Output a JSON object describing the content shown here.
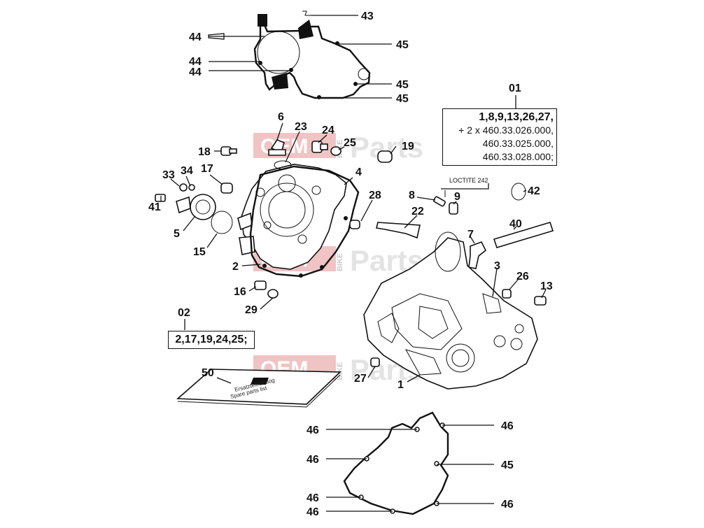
{
  "watermark": {
    "oem": "OEM",
    "bike": "BIKE",
    "parts": "Parts"
  },
  "kit_01": {
    "number": "01",
    "lines": [
      "1,8,9,13,26,27,",
      "+ 2 x 460.33.026.000,",
      "460.33.025.000,",
      "460.33.028.000;"
    ]
  },
  "kit_02": {
    "number": "02",
    "text": "2,17,19,24,25;"
  },
  "loctite": "LOCTITE 242",
  "manual_label": {
    "line1": "Ersatzteilkatalog",
    "line2": "Spare parts list"
  },
  "callouts": {
    "c43": "43",
    "c44a": "44",
    "c45a": "45",
    "c44b": "44",
    "c44c": "44",
    "c45b": "45",
    "c45c": "45",
    "c6": "6",
    "c23": "23",
    "c24": "24",
    "c25": "25",
    "c19": "19",
    "c18": "18",
    "c33": "33",
    "c34": "34",
    "c17": "17",
    "c4": "4",
    "c41": "41",
    "c8": "8",
    "c9": "9",
    "c42": "42",
    "c28": "28",
    "c22": "22",
    "c5": "5",
    "c15": "15",
    "c7": "7",
    "c40": "40",
    "c2": "2",
    "c3": "3",
    "c26": "26",
    "c13": "13",
    "c16": "16",
    "c29": "29",
    "c50": "50",
    "c27": "27",
    "c1": "1",
    "c46a": "46",
    "c46b": "46",
    "c46c": "46",
    "c46d": "46",
    "c46e": "46",
    "c46f": "46",
    "c45d": "45"
  }
}
